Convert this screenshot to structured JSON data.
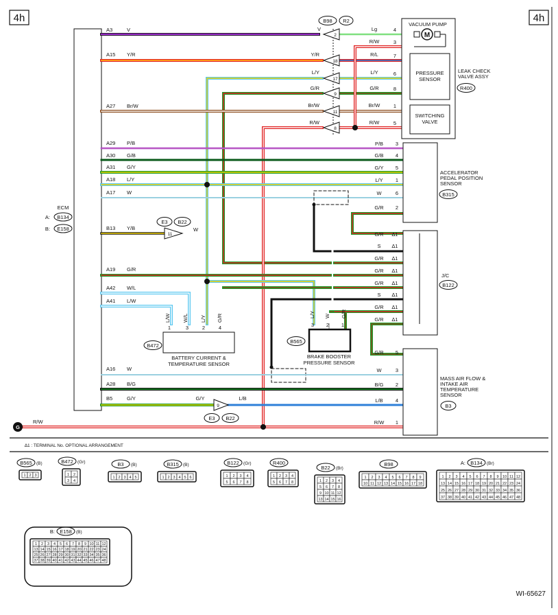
{
  "page": {
    "corner_left": "4h",
    "corner_right": "4h",
    "footnote": "∆1 : TERMINAL No. OPTIONAL ARRANGEMENT",
    "figure_id": "WI-65627"
  },
  "ecm": {
    "label": "ECM",
    "conn_a_prefix": "A:",
    "conn_a": "B134",
    "conn_b_prefix": "B:",
    "conn_b": "E158"
  },
  "ecm_pins": [
    {
      "pin": "A3",
      "color": "V"
    },
    {
      "pin": "A15",
      "color": "Y/R"
    },
    {
      "pin": "A27",
      "color": "Br/W"
    },
    {
      "pin": "A29",
      "color": "P/B"
    },
    {
      "pin": "A30",
      "color": "G/B"
    },
    {
      "pin": "A31",
      "color": "G/Y"
    },
    {
      "pin": "A18",
      "color": "L/Y"
    },
    {
      "pin": "A17",
      "color": "W"
    },
    {
      "pin": "B13",
      "color": "Y/B"
    },
    {
      "pin": "A19",
      "color": "G/R"
    },
    {
      "pin": "A42",
      "color": "W/L"
    },
    {
      "pin": "A41",
      "color": "L/W"
    },
    {
      "pin": "A16",
      "color": "W"
    },
    {
      "pin": "A28",
      "color": "B/G"
    },
    {
      "pin": "B5",
      "color": "G/Y"
    }
  ],
  "ground": {
    "symbol": "G",
    "wire": "R/W"
  },
  "b98_connector": {
    "ref_left": "B98",
    "ref_right": "R2",
    "rows": [
      {
        "left": "V",
        "pin": "2",
        "right": "Lg"
      },
      {
        "left": "Y/R",
        "pin": "18",
        "right": "R/L"
      },
      {
        "left": "L/Y",
        "pin": "17",
        "right": "L/Y"
      },
      {
        "left": "G/R",
        "pin": "9",
        "right": "G/R"
      },
      {
        "left": "Br/W",
        "pin": "11",
        "right": "Br/W"
      },
      {
        "left": "R/W",
        "pin": "8",
        "right": "R/W"
      }
    ],
    "extra_wire": "R/W"
  },
  "leak_check": {
    "title": "LEAK CHECK VALVE ASSY",
    "ref": "R400",
    "pump": "VACUUM PUMP",
    "motor": "M",
    "pressure": "PRESSURE SENSOR",
    "switching": "SWITCHING VALVE",
    "pins": [
      "4",
      "3",
      "7",
      "6",
      "8",
      "1",
      "5"
    ]
  },
  "accel": {
    "title": "ACCELERATOR PEDAL POSITION SENSOR",
    "ref": "B315",
    "rows": [
      {
        "wire": "P/B",
        "pin": "3"
      },
      {
        "wire": "G/B",
        "pin": "4"
      },
      {
        "wire": "G/Y",
        "pin": "5"
      },
      {
        "wire": "L/Y",
        "pin": "1"
      },
      {
        "wire": "W",
        "pin": "6"
      },
      {
        "wire": "G/R",
        "pin": "2"
      }
    ]
  },
  "jc": {
    "title": "J/C",
    "ref": "B122",
    "star": "∆1",
    "rows": [
      {
        "wire": "G/R"
      },
      {
        "wire": "S"
      },
      {
        "wire": "G/R"
      },
      {
        "wire": "G/R"
      },
      {
        "wire": "G/R"
      },
      {
        "wire": "S"
      },
      {
        "wire": "G/R"
      },
      {
        "wire": "G/R"
      }
    ]
  },
  "maf": {
    "title": "MASS AIR FLOW & INTAKE AIR TEMPERATURE SENSOR",
    "ref": "B3",
    "rows": [
      {
        "wire": "G/R",
        "pin": "5"
      },
      {
        "wire": "W",
        "pin": "3"
      },
      {
        "wire": "B/G",
        "pin": "2"
      },
      {
        "wire": "L/B",
        "pin": "4"
      },
      {
        "wire": "R/W",
        "pin": "1"
      }
    ]
  },
  "battery": {
    "title": "BATTERY CURRENT & TEMPERATURE SENSOR",
    "ref": "B472",
    "pins": [
      {
        "pin": "1",
        "wire": "L/W"
      },
      {
        "pin": "3",
        "wire": "W/L"
      },
      {
        "pin": "2",
        "wire": "L/Y"
      },
      {
        "pin": "4",
        "wire": "G/R"
      }
    ]
  },
  "brake": {
    "title": "BRAKE BOOSTER PRESSURE SENSOR",
    "ref": "B565",
    "pins": [
      {
        "pin": "3",
        "wire": "L/Y"
      },
      {
        "pin": "2",
        "wire": "W"
      },
      {
        "pin": "1",
        "wire": "G/R"
      }
    ]
  },
  "e3_b22_top": {
    "ref1": "E3",
    "ref2": "B22",
    "pin": "11",
    "out": "W"
  },
  "e3_b22_bottom": {
    "ref1": "E3",
    "ref2": "B22",
    "pin": "9",
    "in": "G/Y",
    "out": "L/B"
  },
  "connector_views": [
    {
      "ref": "B565",
      "tag": "(B)",
      "cells": [
        "1",
        "2",
        "3"
      ]
    },
    {
      "ref": "B472",
      "tag": "(Gr)",
      "cells": [
        "1",
        "2",
        "3",
        "4"
      ]
    },
    {
      "ref": "B3",
      "tag": "(B)",
      "cells": [
        "1",
        "2",
        "3",
        "4",
        "5"
      ]
    },
    {
      "ref": "B315",
      "tag": "(B)",
      "cells": [
        "1",
        "2",
        "3",
        "4",
        "5",
        "6"
      ]
    },
    {
      "ref": "B122",
      "tag": "(Gr)",
      "cells": [
        "1",
        "2",
        "3",
        "4",
        "5",
        "6",
        "7",
        "8"
      ]
    },
    {
      "ref": "R400",
      "tag": "",
      "cells": [
        "1",
        "2",
        "3",
        "4",
        "5",
        "6",
        "7",
        "8"
      ]
    },
    {
      "ref": "B22",
      "tag": "(Br)",
      "cells": [
        "1",
        "2",
        "3",
        "4",
        "5",
        "6",
        "7",
        "8",
        "9",
        "10",
        "11",
        "12",
        "13",
        "14",
        "15",
        "16"
      ]
    },
    {
      "ref": "B98",
      "tag": "",
      "cells": [
        "1",
        "2",
        "3",
        "4",
        "5",
        "6",
        "7",
        "8",
        "9",
        "10",
        "11",
        "12",
        "13",
        "14",
        "15",
        "16",
        "17",
        "18"
      ]
    },
    {
      "ref": "B134",
      "prefix": "A:",
      "tag": "(Br)",
      "cells": [
        "1",
        "2",
        "3",
        "4",
        "5",
        "6",
        "7",
        "8",
        "9",
        "10",
        "11",
        "12",
        "13",
        "14",
        "15",
        "16",
        "17",
        "18",
        "19",
        "20",
        "21",
        "22",
        "23",
        "24",
        "25",
        "26",
        "27",
        "28",
        "29",
        "30",
        "31",
        "32",
        "33",
        "34",
        "35",
        "36",
        "37",
        "38",
        "39",
        "40",
        "41",
        "42",
        "43",
        "44",
        "45",
        "46",
        "47",
        "48"
      ]
    },
    {
      "ref": "E158",
      "prefix": "B:",
      "tag": "(B)",
      "cells": [
        "1",
        "2",
        "3",
        "4",
        "5",
        "6",
        "7",
        "8",
        "9",
        "10",
        "11",
        "12",
        "13",
        "14",
        "15",
        "16",
        "17",
        "18",
        "19",
        "20",
        "21",
        "22",
        "23",
        "24",
        "25",
        "26",
        "27",
        "28",
        "29",
        "30",
        "31",
        "32",
        "33",
        "34",
        "35",
        "36",
        "37",
        "38",
        "39",
        "40",
        "41",
        "42",
        "43",
        "44",
        "45",
        "46",
        "47",
        "48"
      ]
    }
  ],
  "colors": {
    "violet": "#9a2fc9",
    "lightgreen": "#7fe07f",
    "yellow": "#f2d200",
    "orange": "#ff9a1a",
    "red": "#e02020",
    "blue": "#2e7fd8",
    "lightblue": "#5cc8f0",
    "brown": "#8a4a1a",
    "green": "#1c9a2a",
    "darkgreen": "#0a5a1a",
    "pink": "#f0a0b8",
    "black": "#111111",
    "gray": "#888888"
  }
}
